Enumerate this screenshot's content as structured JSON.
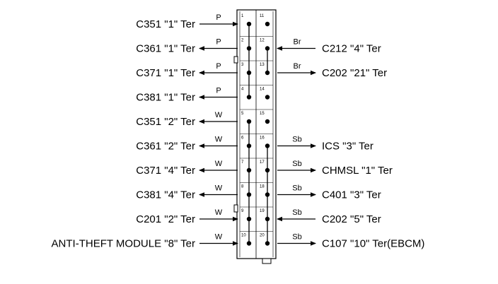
{
  "left_terminals": [
    {
      "pin": "1",
      "label": "C351 \"1\" Ter",
      "wire": "P",
      "direction": "in"
    },
    {
      "pin": "2",
      "label": "C361 \"1\" Ter",
      "wire": "P",
      "direction": "out"
    },
    {
      "pin": "3",
      "label": "C371 \"1\" Ter",
      "wire": "P",
      "direction": "out"
    },
    {
      "pin": "4",
      "label": "C381 \"1\" Ter",
      "wire": "P",
      "direction": "out"
    },
    {
      "pin": "5",
      "label": "C351 \"2\" Ter",
      "wire": "W",
      "direction": "out"
    },
    {
      "pin": "6",
      "label": "C361 \"2\" Ter",
      "wire": "W",
      "direction": "out"
    },
    {
      "pin": "7",
      "label": "C371 \"4\" Ter",
      "wire": "W",
      "direction": "out"
    },
    {
      "pin": "8",
      "label": "C381 \"4\" Ter",
      "wire": "W",
      "direction": "out"
    },
    {
      "pin": "9",
      "label": "C201 \"2\" Ter",
      "wire": "W",
      "direction": "in"
    },
    {
      "pin": "10",
      "label": "ANTI-THEFT MODULE \"8\" Ter",
      "wire": "W",
      "direction": "in"
    }
  ],
  "right_terminals": [
    {
      "pin": "11",
      "label": "",
      "wire": "",
      "direction": "none"
    },
    {
      "pin": "12",
      "label": "C212 \"4\" Ter",
      "wire": "Br",
      "direction": "in"
    },
    {
      "pin": "13",
      "label": "C202 \"21\" Ter",
      "wire": "Br",
      "direction": "out"
    },
    {
      "pin": "14",
      "label": "",
      "wire": "",
      "direction": "none"
    },
    {
      "pin": "15",
      "label": "",
      "wire": "",
      "direction": "none"
    },
    {
      "pin": "16",
      "label": "ICS \"3\" Ter",
      "wire": "Sb",
      "direction": "out"
    },
    {
      "pin": "17",
      "label": "CHMSL \"1\" Ter",
      "wire": "Sb",
      "direction": "out"
    },
    {
      "pin": "18",
      "label": "C401 \"3\" Ter",
      "wire": "Sb",
      "direction": "out"
    },
    {
      "pin": "19",
      "label": "C202 \"5\" Ter",
      "wire": "Sb",
      "direction": "in"
    },
    {
      "pin": "20",
      "label": "C107 \"10\" Ter(EBCM)",
      "wire": "Sb",
      "direction": "out"
    }
  ],
  "links": [
    {
      "from": "1",
      "to": "2"
    },
    {
      "from": "2",
      "to": "3"
    },
    {
      "from": "3",
      "to": "4"
    },
    {
      "from": "5",
      "to": "6"
    },
    {
      "from": "6",
      "to": "7"
    },
    {
      "from": "7",
      "to": "8"
    },
    {
      "from": "8",
      "to": "9"
    },
    {
      "from": "9",
      "to": "10"
    },
    {
      "from": "12",
      "to": "13"
    },
    {
      "from": "16",
      "to": "17"
    },
    {
      "from": "17",
      "to": "18"
    },
    {
      "from": "18",
      "to": "19"
    },
    {
      "from": "19",
      "to": "20"
    }
  ],
  "style": {
    "line_color": "#000000",
    "background": "#ffffff"
  }
}
